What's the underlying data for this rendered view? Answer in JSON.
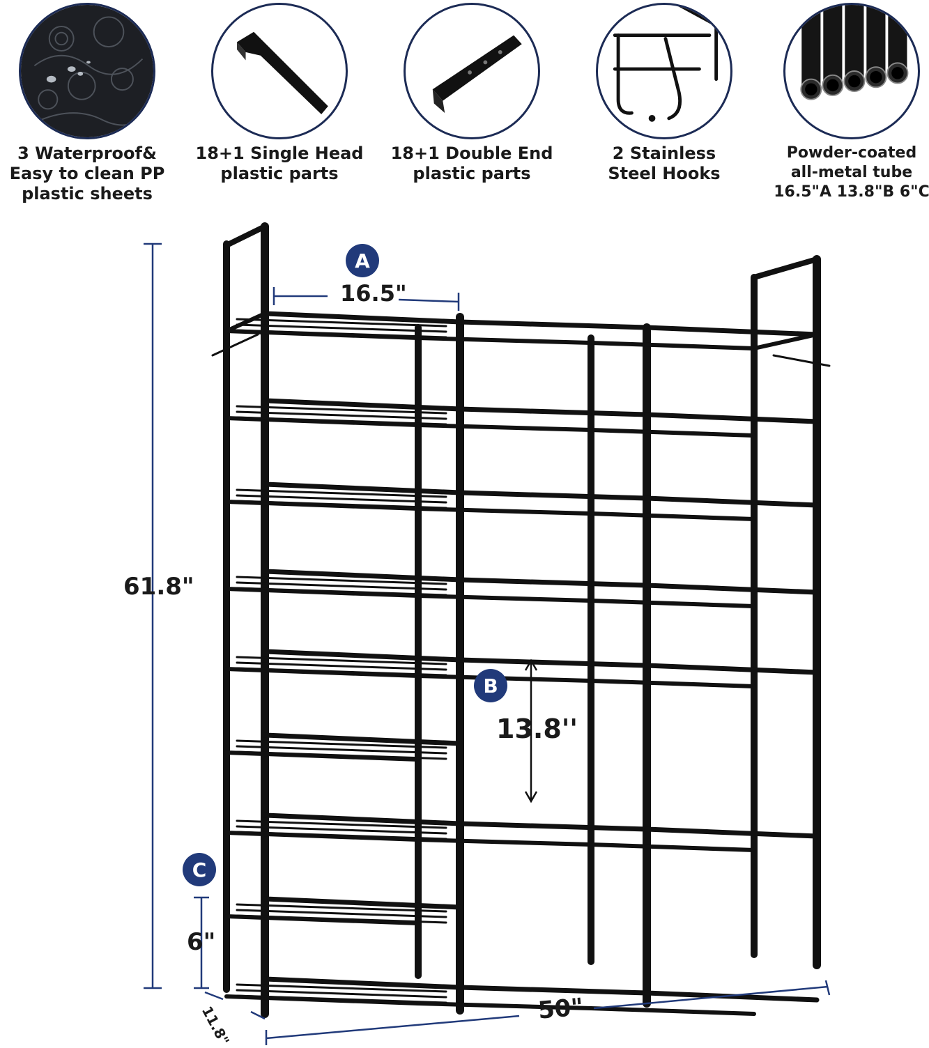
{
  "features": [
    {
      "icon": "waterproof-sheet-icon",
      "label": "3 Waterproof&\nEasy to clean PP\nplastic sheets"
    },
    {
      "icon": "single-head-connector-icon",
      "label": "18+1 Single Head\nplastic parts"
    },
    {
      "icon": "double-end-connector-icon",
      "label": "18+1 Double End\nplastic parts"
    },
    {
      "icon": "steel-hook-icon",
      "label": "2 Stainless\nSteel Hooks"
    },
    {
      "icon": "metal-tube-icon",
      "label": "Powder-coated\nall-metal tube\n16.5\"A 13.8\"B 6\"C"
    }
  ],
  "badges": {
    "a": "A",
    "b": "B",
    "c": "C"
  },
  "dimensions": {
    "shelf_width": "16.5\"",
    "shelf_gap": "13.8''",
    "bottom_gap": "6\"",
    "height": "61.8\"",
    "depth": "11.8\"",
    "total_width": "50\""
  },
  "colors": {
    "accent": "#213a7a",
    "frame": "#111111",
    "text": "#1a1a1a"
  }
}
